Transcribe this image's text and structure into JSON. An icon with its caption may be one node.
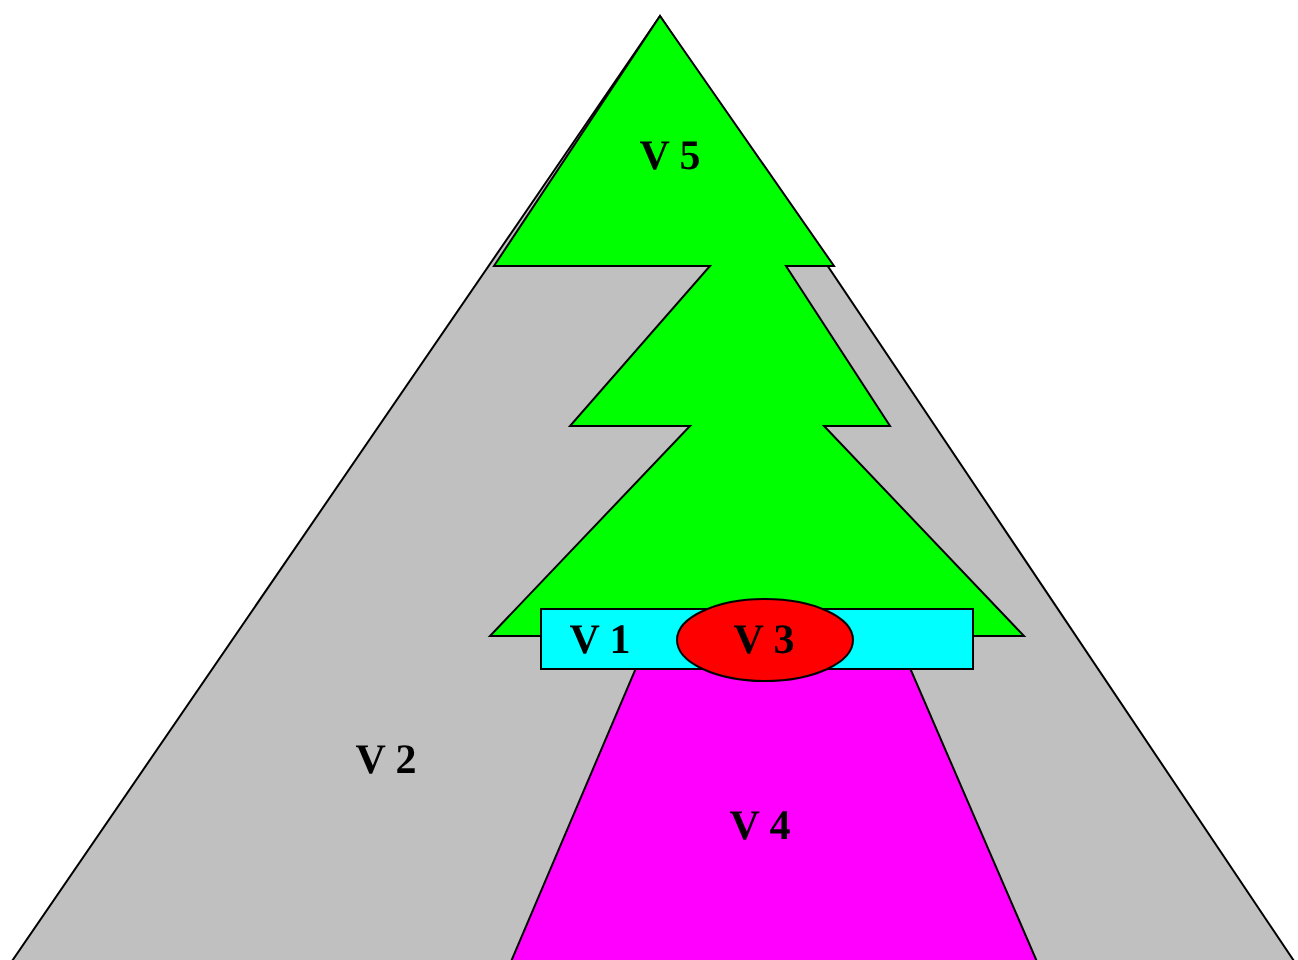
{
  "diagram": {
    "nodes": [
      {
        "text": [
          "V 2"
        ]
      },
      {
        "text": [
          "V 5"
        ],
        "in": 0
      },
      {
        "text": [
          "V 1"
        ],
        "in": 0
      },
      {
        "text": [
          "V 3"
        ],
        "in": 0
      },
      {
        "text": [
          "V 4"
        ],
        "in": 0
      }
    ]
  }
}
